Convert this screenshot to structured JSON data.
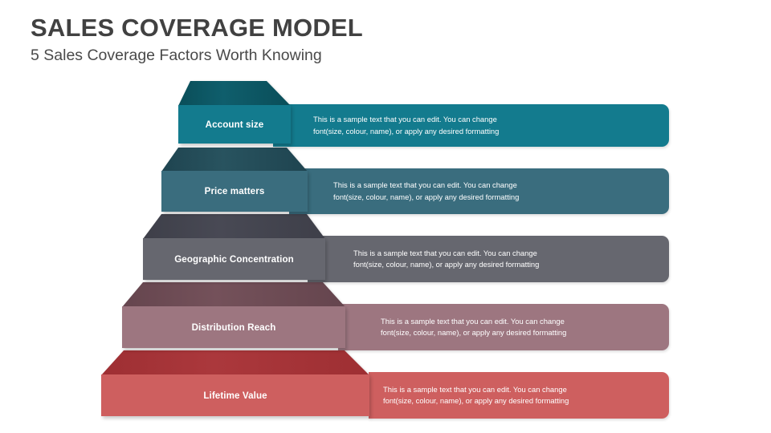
{
  "header": {
    "title": "SALES COVERAGE MODEL",
    "subtitle": "5 Sales Coverage Factors Worth Knowing"
  },
  "colors": {
    "background": "#ffffff",
    "title_text": "#414141",
    "subtitle_text": "#4a4a4a",
    "label_text": "#ffffff",
    "description_text": "#ffffff"
  },
  "diagram": {
    "type": "layered-3d-pyramid",
    "levels_count": 5,
    "shared_description": "This is a sample text that you can edit. You can change\nfont(size, colour, name), or apply any desired formatting",
    "levels": [
      {
        "index": 1,
        "label": "Account size",
        "description": "This is a sample text that you can edit. You can change\nfont(size, colour, name), or apply any desired formatting",
        "color_front": "#137b8e",
        "color_top": "#0d5662",
        "color_bar": "#137b8e"
      },
      {
        "index": 2,
        "label": "Price matters",
        "description": "This is a sample text that you can edit. You can change\nfont(size, colour, name), or apply any desired formatting",
        "color_front": "#3a6d7e",
        "color_top": "#244c58",
        "color_bar": "#3a6d7e"
      },
      {
        "index": 3,
        "label": "Geographic Concentration",
        "description": "This is a sample text that you can edit. You can change\nfont(size, colour, name), or apply any desired formatting",
        "color_front": "#66676f",
        "color_top": "#44454f",
        "color_bar": "#66676f"
      },
      {
        "index": 4,
        "label": "Distribution Reach",
        "description": "This is a sample text that you can edit. You can change\nfont(size, colour, name), or apply any desired formatting",
        "color_front": "#9d7680",
        "color_top": "#6f4d56",
        "color_bar": "#9d7680"
      },
      {
        "index": 5,
        "label": "Lifetime Value",
        "description": "This is a sample text that you can edit. You can change\nfont(size, colour, name), or apply any desired formatting",
        "color_front": "#ce5f5f",
        "color_top": "#a83237",
        "color_bar": "#ce5f5f"
      }
    ]
  }
}
